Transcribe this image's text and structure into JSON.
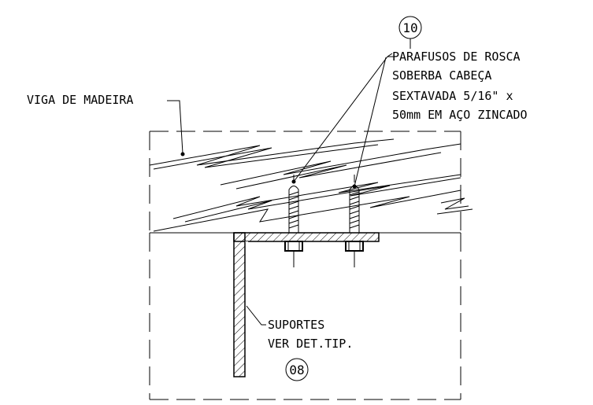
{
  "labels": {
    "detail_bolts": "10",
    "detail_supports": "08",
    "beam": "VIGA DE MADEIRA",
    "bolt_line1": "PARAFUSOS DE ROSCA",
    "bolt_line2": "SOBERBA CABEÇA",
    "bolt_line3": "SEXTAVADA 5/16\" x",
    "bolt_line4": "50mm EM AÇO ZINCADO",
    "support_line1": "SUPORTES",
    "support_line2": "VER DET.TIP."
  },
  "colors": {
    "ink": "#000000",
    "background": "#ffffff"
  }
}
